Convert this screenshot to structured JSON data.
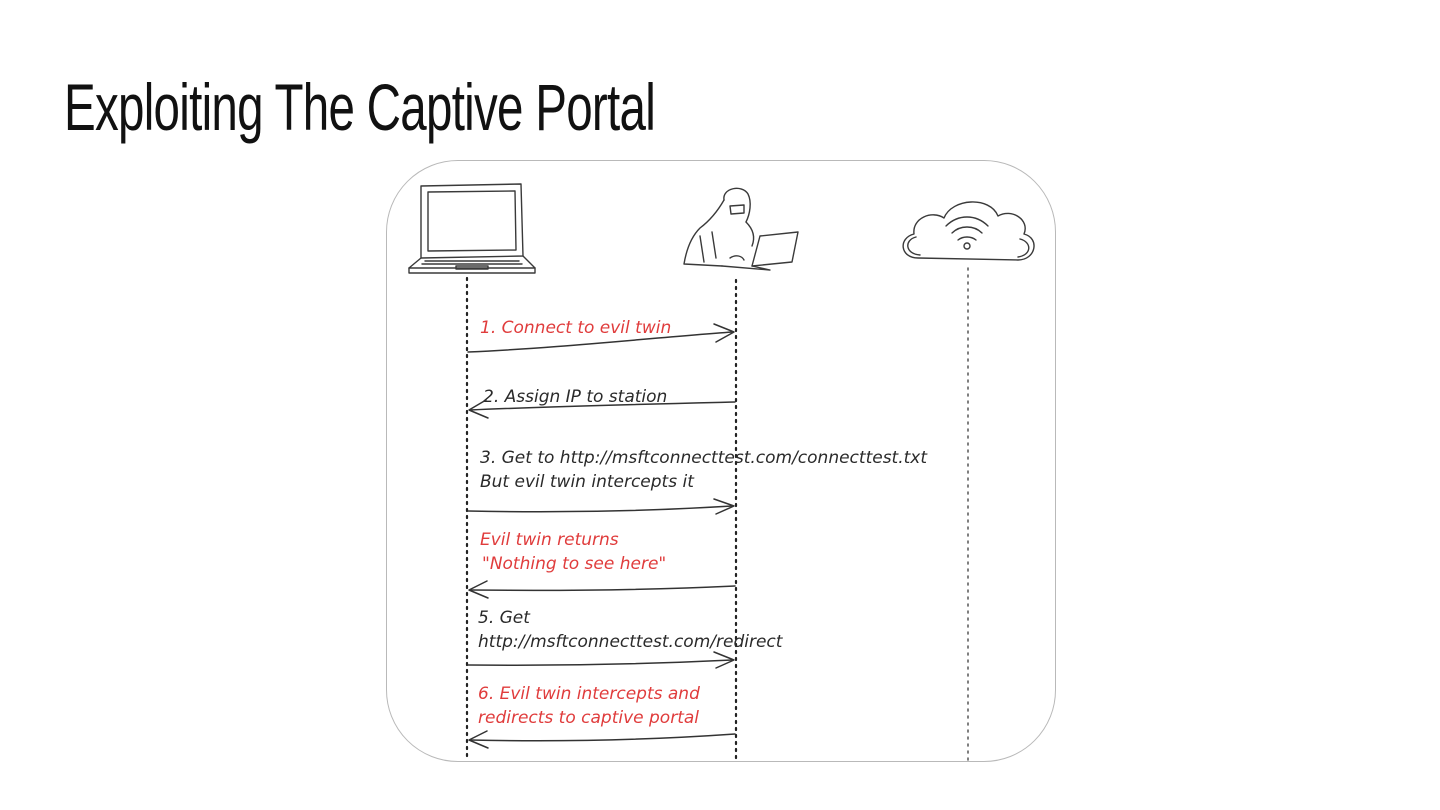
{
  "slide": {
    "title": "Exploiting The Captive Portal"
  },
  "diagram": {
    "actors": [
      {
        "icon": "laptop-icon"
      },
      {
        "icon": "hacker-icon"
      },
      {
        "icon": "wifi-cloud-icon"
      }
    ],
    "messages": [
      {
        "id": "msg1",
        "lines": [
          "1. Connect to evil twin"
        ],
        "color": "#e03c3c",
        "direction": "right"
      },
      {
        "id": "msg2",
        "lines": [
          "2. Assign IP to station"
        ],
        "color": "#2a2a2a",
        "direction": "left"
      },
      {
        "id": "msg3",
        "lines": [
          "3. Get to http://msftconnecttest.com/connecttest.txt",
          "But evil twin intercepts it"
        ],
        "color": "#2a2a2a",
        "direction": "right"
      },
      {
        "id": "msg4",
        "lines": [
          "Evil twin returns",
          "\"Nothing to see here\""
        ],
        "color": "#e03c3c",
        "direction": "left"
      },
      {
        "id": "msg5",
        "lines": [
          "5. Get",
          "http://msftconnecttest.com/redirect"
        ],
        "color": "#2a2a2a",
        "direction": "right"
      },
      {
        "id": "msg6",
        "lines": [
          "6. Evil twin intercepts and",
          "redirects to captive portal"
        ],
        "color": "#e03c3c",
        "direction": "left"
      }
    ]
  }
}
